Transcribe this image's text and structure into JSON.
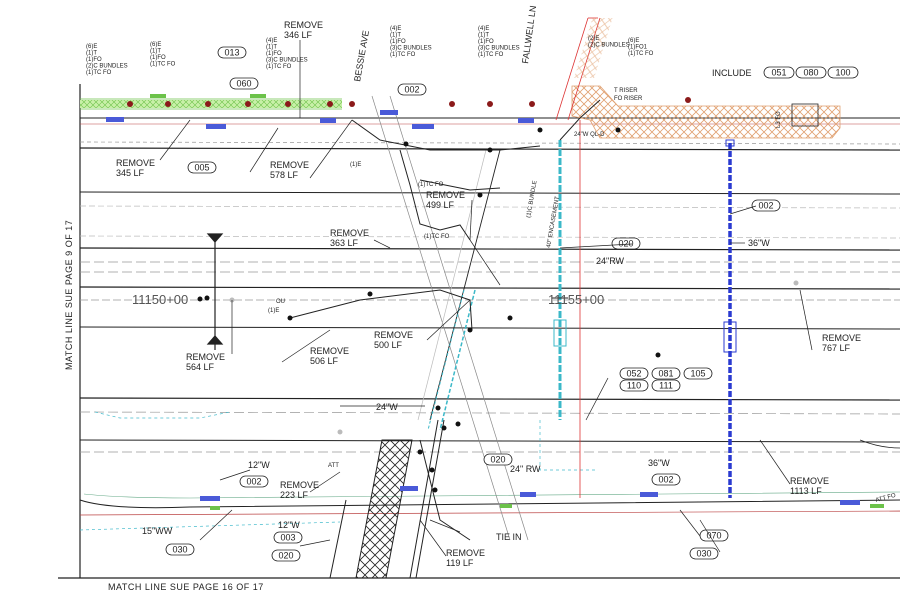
{
  "match_lines": {
    "left": "MATCH LINE SUE PAGE 9 OF 17",
    "bottom": "MATCH LINE SUE PAGE 16 OF 17"
  },
  "stations": {
    "left": "11150+00",
    "right": "11155+00"
  },
  "streets": {
    "bessie": "BESSIE AVE",
    "fallwell": "FALLWELL LN"
  },
  "include": {
    "label": "INCLUDE",
    "codes": [
      "051",
      "080",
      "100"
    ]
  },
  "remove_notes": [
    {
      "line1": "REMOVE",
      "line2": "346 LF"
    },
    {
      "line1": "REMOVE",
      "line2": "345 LF"
    },
    {
      "line1": "REMOVE",
      "line2": "578 LF"
    },
    {
      "line1": "REMOVE",
      "line2": "499 LF"
    },
    {
      "line1": "REMOVE",
      "line2": "363 LF"
    },
    {
      "line1": "REMOVE",
      "line2": "500 LF"
    },
    {
      "line1": "REMOVE",
      "line2": "564 LF"
    },
    {
      "line1": "REMOVE",
      "line2": "506 LF"
    },
    {
      "line1": "REMOVE",
      "line2": "767 LF"
    },
    {
      "line1": "REMOVE",
      "line2": "223 LF"
    },
    {
      "line1": "REMOVE",
      "line2": "119 LF"
    },
    {
      "line1": "REMOVE",
      "line2": "1113 LF"
    }
  ],
  "code_tags": [
    "013",
    "060",
    "002",
    "005",
    "002",
    "020",
    "052",
    "081",
    "105",
    "110",
    "111",
    "020",
    "002",
    "002",
    "003",
    "020",
    "030",
    "070",
    "030"
  ],
  "pipe_labels": {
    "encasement_24": "24\"W QL-D",
    "encasement_40": "40\" ENCASEMENT",
    "rw24_upper": "24\"RW",
    "w36_upper": "36\"W",
    "w24_mid": "24\"W",
    "rw24_lower": "24\" RW",
    "w36_lower": "36\"W",
    "w12_upper": "12\"W",
    "w12_lower": "12\"W",
    "ww15": "15\"WW",
    "tie_in": "TIE IN",
    "att_fo": "ATT FO",
    "att": "ATT",
    "tfo_riser": "T RISER",
    "fo_riser": "FO RISER",
    "ua_bundle": "(1)C BUNDLE"
  },
  "cable_stacks": [
    [
      "(6)E",
      "(1)T",
      "(1)FO",
      "(2)C BUNDLES",
      "(1)TC FO"
    ],
    [
      "(6)E",
      "(1)T",
      "(1)FO",
      "(1)TC FO"
    ],
    [
      "(4)E",
      "(1)T",
      "(1)FO",
      "(3)C BUNDLES",
      "(1)TC FO"
    ],
    [
      "(4)E",
      "(1)T",
      "(1)FO",
      "(3)C BUNDLES",
      "(1)TC FO"
    ],
    [
      "(4)E",
      "(1)T",
      "(1)FO",
      "(3)C BUNDLES",
      "(1)TC FO"
    ],
    [
      "(2)E",
      "(2)C BUNDLES"
    ],
    [
      "(6)E",
      "(1)FO1",
      "(1)TC FO"
    ]
  ],
  "small_notes": {
    "tcfo_a": "(1)TC FO",
    "tcfo_b": "(1)TC FO",
    "e1": "(1)E",
    "e2": "(1)E",
    "l3fo": "L3 FO",
    "ou": "OU"
  }
}
